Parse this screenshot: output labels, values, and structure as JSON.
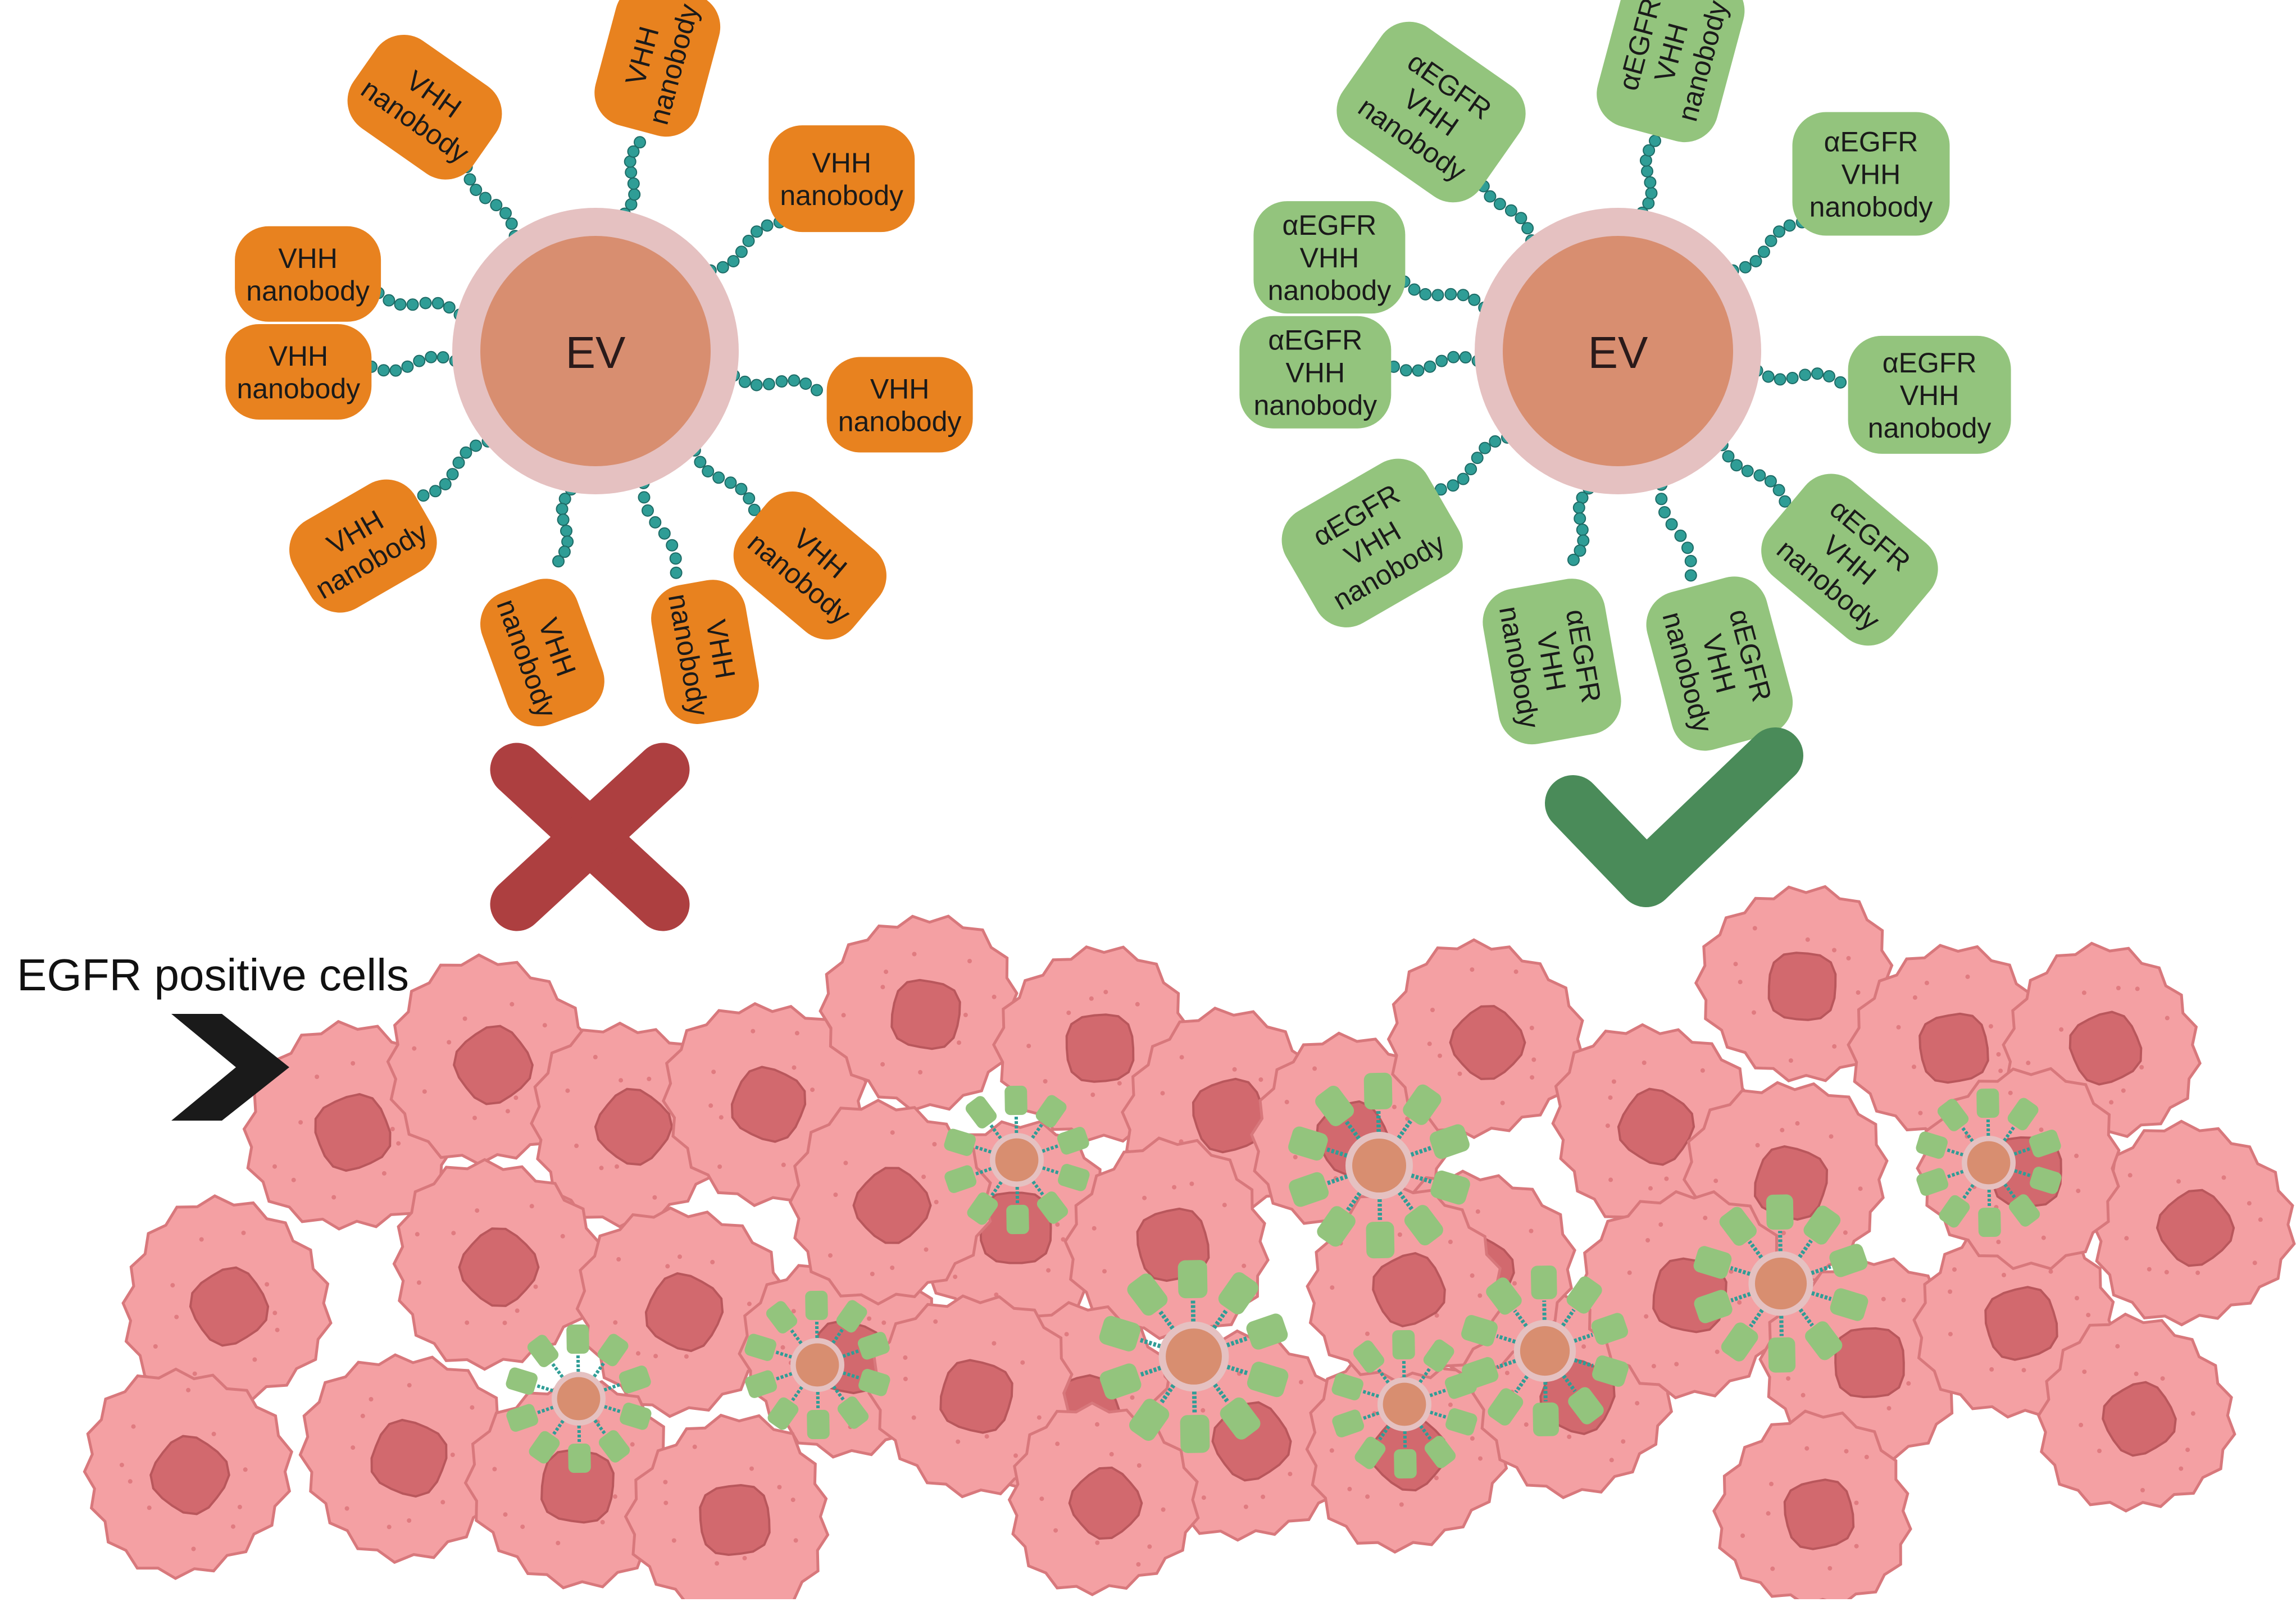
{
  "left_ev": {
    "core_label": "EV",
    "nanobody_label_line1": "VHH",
    "nanobody_label_line2": "nanobody",
    "nanobody_color": "#e8821f",
    "verdict": "rejected"
  },
  "right_ev": {
    "core_label": "EV",
    "nanobody_label_line1": "αEGFR",
    "nanobody_label_line2": "VHH",
    "nanobody_label_line3": "nanobody",
    "nanobody_color": "#93c47d",
    "verdict": "accepted"
  },
  "cell_layer": {
    "label": "EGFR positive cells",
    "cell_color": "#f4a0a3",
    "nucleus_color": "#d2696e"
  },
  "colors": {
    "ev_core": "#d88e70",
    "ev_membrane": "#e5c1c1",
    "linker": "#2f9d96",
    "cross": "#ad3f40",
    "check": "#4a8b59",
    "arrow": "#1a1a1a"
  }
}
